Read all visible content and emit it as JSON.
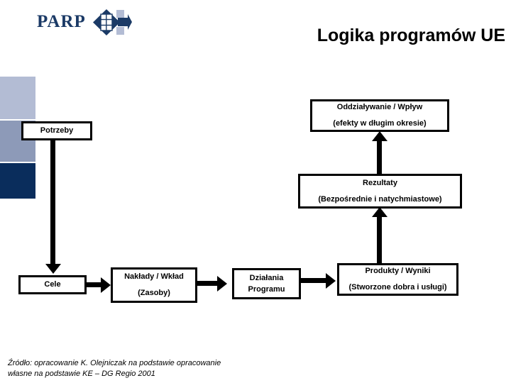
{
  "slide": {
    "title": "Logika programów UE",
    "background_color": "#ffffff"
  },
  "logo": {
    "text": "PARP",
    "mark_icon": "parp-diamond-arrow-icon",
    "text_color": "#1b3a66",
    "accent_color": "#b3bcd4"
  },
  "decor": {
    "blocks": [
      {
        "name": "light",
        "color": "#b3bcd4"
      },
      {
        "name": "mid",
        "color": "#8d9ab8"
      },
      {
        "name": "dark",
        "color": "#0a2d5c"
      }
    ]
  },
  "diagram": {
    "type": "flow",
    "nodes": [
      {
        "id": "potrzeby",
        "line1": "Potrzeby",
        "line2": ""
      },
      {
        "id": "cele",
        "line1": "Cele",
        "line2": ""
      },
      {
        "id": "naklady",
        "line1": "Nakłady / Wkład",
        "line2": "(Zasoby)"
      },
      {
        "id": "dzialania",
        "line1": "Działania",
        "line2": "Programu"
      },
      {
        "id": "produkty",
        "line1": "Produkty / Wyniki",
        "line2": "(Stworzone dobra i usługi)"
      },
      {
        "id": "rezultaty",
        "line1": "Rezultaty",
        "line2": "(Bezpośrednie i natychmiastowe)"
      },
      {
        "id": "oddzialywanie",
        "line1": "Oddziaływanie / Wpływ",
        "line2": "(efekty w długim okresie)"
      }
    ],
    "edges": [
      {
        "from": "potrzeby",
        "to": "cele",
        "direction": "down"
      },
      {
        "from": "cele",
        "to": "naklady",
        "direction": "right"
      },
      {
        "from": "naklady",
        "to": "dzialania",
        "direction": "right"
      },
      {
        "from": "dzialania",
        "to": "produkty",
        "direction": "right"
      },
      {
        "from": "produkty",
        "to": "rezultaty",
        "direction": "up"
      },
      {
        "from": "rezultaty",
        "to": "oddzialywanie",
        "direction": "up"
      }
    ]
  },
  "source": {
    "line1": "Źródło: opracowanie K. Olejniczak na podstawie opracowanie",
    "line2": "własne na podstawie KE – DG Regio 2001"
  }
}
